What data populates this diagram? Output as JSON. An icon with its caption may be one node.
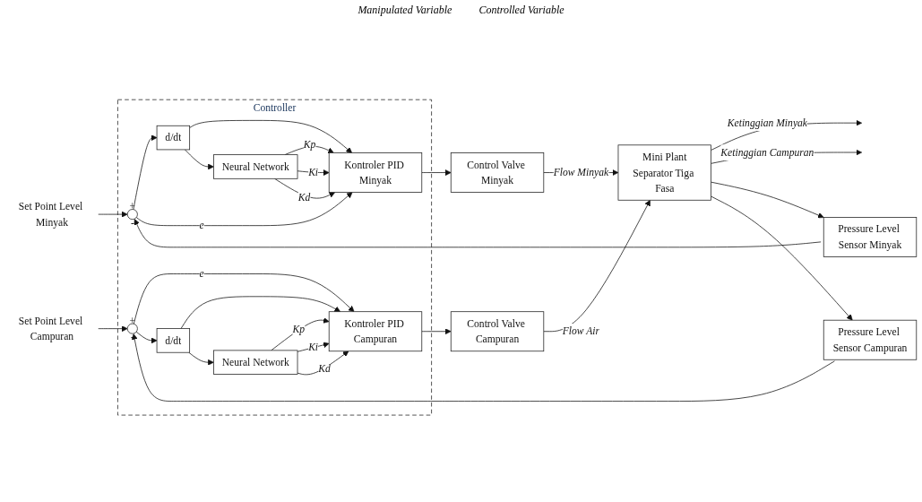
{
  "diagram": {
    "nodes": [
      {
        "text": [
          "Controller"
        ]
      },
      {
        "text": [
          "Set Point Level Minyak"
        ]
      },
      {
        "text": [
          "+",
          "-"
        ],
        "in": 0
      },
      {
        "text": [
          "d/dt"
        ],
        "in": 0
      },
      {
        "text": [
          "Neural Network"
        ],
        "in": 0
      },
      {
        "text": [
          "Kontroler PID Minyak"
        ],
        "in": 0
      },
      {
        "text": [
          "Set Point Level Campuran"
        ]
      },
      {
        "text": [
          "+",
          "-"
        ],
        "in": 0
      },
      {
        "text": [
          "d/dt"
        ],
        "in": 0
      },
      {
        "text": [
          "Kontroler PID Campuran"
        ],
        "in": 0
      },
      {
        "text": [
          "Neural Network"
        ],
        "in": 0
      },
      {
        "text": [
          "Control Valve Minyak"
        ]
      },
      {
        "text": [
          "Control Valve Campuran"
        ]
      },
      {
        "text": [
          "Mini Plant",
          "Separator Tiga Fasa"
        ]
      },
      {
        "text": [
          "Pressure Level Sensor Minyak"
        ]
      },
      {
        "text": [
          "Pressure Level Sensor Campuran"
        ]
      }
    ],
    "edges": [
      {
        "from": 1,
        "to": 2,
        "arrow": "to"
      },
      {
        "from": 2,
        "to": 3,
        "arrow": "to"
      },
      {
        "from": 2,
        "to": 5,
        "arrow": "to",
        "label": "e"
      },
      {
        "from": 3,
        "to": 5,
        "arrow": "to"
      },
      {
        "from": 3,
        "to": 4,
        "arrow": "to"
      },
      {
        "from": 4,
        "to": 5,
        "arrow": "to",
        "label": "Kp"
      },
      {
        "from": 4,
        "to": 5,
        "arrow": "to",
        "label": "Ki"
      },
      {
        "from": 4,
        "to": 5,
        "arrow": "to",
        "label": "Kd"
      },
      {
        "from": 5,
        "to": 11,
        "arrow": "to"
      },
      {
        "from": 6,
        "to": 7,
        "arrow": "to"
      },
      {
        "from": 7,
        "to": 9,
        "arrow": "to",
        "label": "e"
      },
      {
        "from": 7,
        "to": 8,
        "arrow": "to"
      },
      {
        "from": 8,
        "to": 9,
        "arrow": "to"
      },
      {
        "from": 8,
        "to": 10,
        "arrow": "to"
      },
      {
        "from": 10,
        "to": 9,
        "arrow": "to",
        "label": "Kp"
      },
      {
        "from": 10,
        "to": 9,
        "arrow": "to",
        "label": "Ki"
      },
      {
        "from": 10,
        "to": 9,
        "arrow": "to",
        "label": "Kd"
      },
      {
        "from": 9,
        "to": 12,
        "arrow": "to"
      },
      {
        "from": 11,
        "to": 13,
        "arrow": "to",
        "label": "Flow Minyak"
      },
      {
        "from": 12,
        "to": 13,
        "arrow": "to",
        "label": "Flow Air"
      },
      {
        "from": 13,
        "to": null,
        "arrow": "to",
        "label": "Ketinggian Minyak"
      },
      {
        "from": 13,
        "to": null,
        "arrow": "to",
        "label": "Ketinggian Campuran"
      },
      {
        "from": 13,
        "to": 14,
        "arrow": "to"
      },
      {
        "from": 14,
        "to": 2,
        "arrow": "to"
      },
      {
        "from": 13,
        "to": 15,
        "arrow": "to"
      },
      {
        "from": 15,
        "to": 7,
        "arrow": "to"
      }
    ],
    "labels": [
      "Manipulated Variable",
      "Controlled Variable"
    ]
  }
}
